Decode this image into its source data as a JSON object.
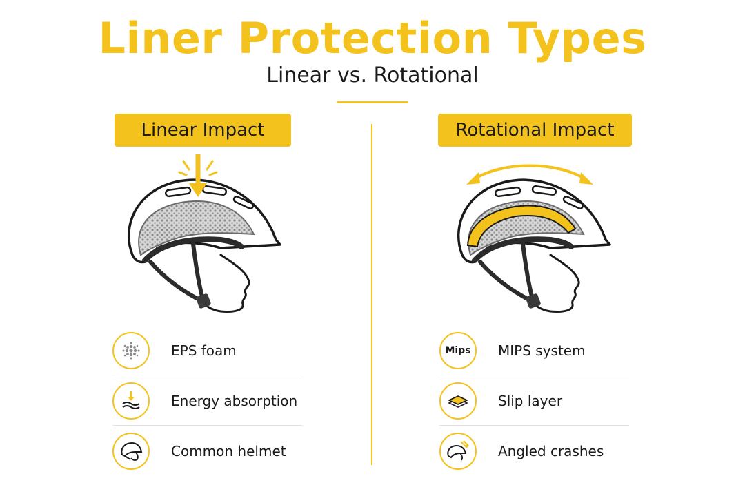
{
  "header": {
    "title": "Liner Protection Types",
    "subtitle": "Linear vs. Rotational"
  },
  "panels": [
    {
      "label": "Linear Impact",
      "features": [
        {
          "icon": "foam-dots-icon",
          "label": "EPS foam"
        },
        {
          "icon": "energy-absorption-icon",
          "label": "Energy absorption"
        },
        {
          "icon": "helmet-icon",
          "label": "Common helmet"
        }
      ]
    },
    {
      "label": "Rotational Impact",
      "features": [
        {
          "icon": "mips-badge-icon",
          "icon_text": "Mips",
          "label": "MIPS system"
        },
        {
          "icon": "slip-layer-icon",
          "label": "Slip layer"
        },
        {
          "icon": "angled-crash-helmet-icon",
          "label": "Angled crashes"
        }
      ]
    }
  ],
  "colors": {
    "accent": "#f4c21d",
    "text": "#1a1a1a",
    "foam": "#bdbdbd",
    "slip_layer": "#f4c21d"
  }
}
